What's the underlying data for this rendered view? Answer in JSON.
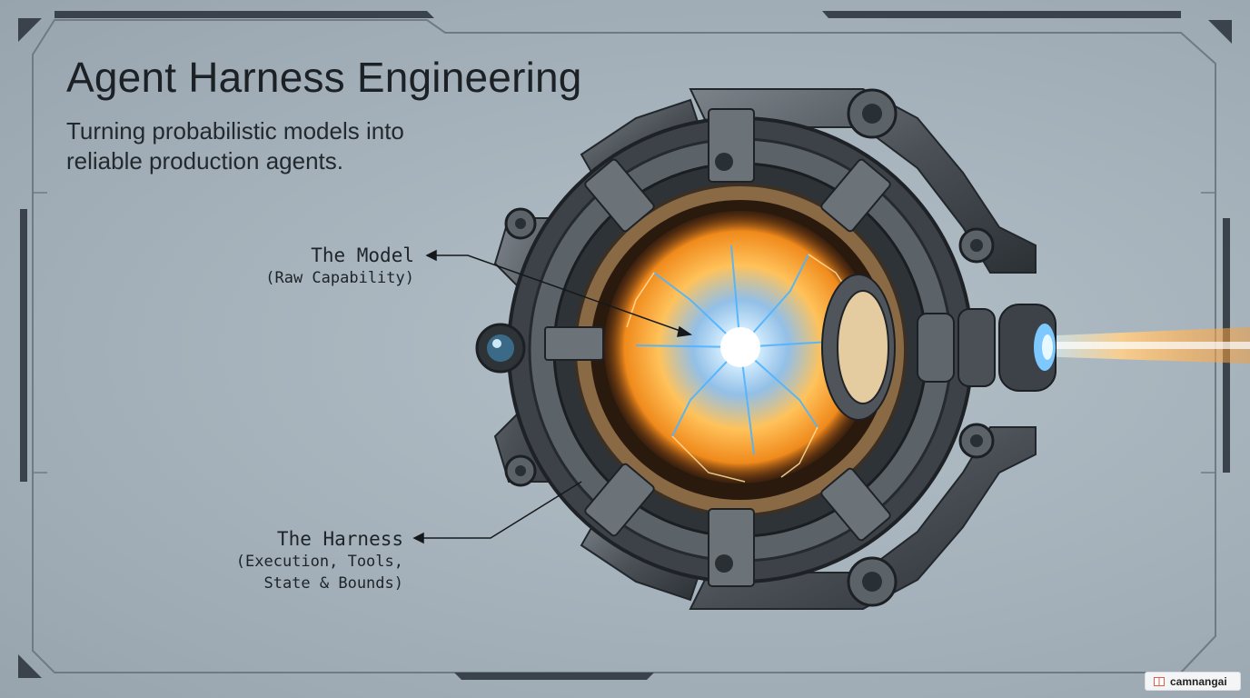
{
  "header": {
    "title": "Agent Harness Engineering",
    "subtitle_lines": [
      "Turning probabilistic models into",
      "reliable production agents."
    ]
  },
  "callouts": {
    "model": {
      "label": "The Model",
      "sub_lines": [
        "(Raw Capability)"
      ]
    },
    "harness": {
      "label": "The Harness",
      "sub_lines": [
        "(Execution, Tools,",
        "State & Bounds)"
      ]
    }
  },
  "watermark": {
    "text": "camnangai",
    "icon": "book-icon"
  },
  "colors": {
    "background": "#a6b2bb",
    "frame": "#5e6a73",
    "core_glow": "#ffb347",
    "core_center": "#eaf6ff",
    "lightning_blue": "#4fb4ff",
    "metal": "#4c5157"
  }
}
